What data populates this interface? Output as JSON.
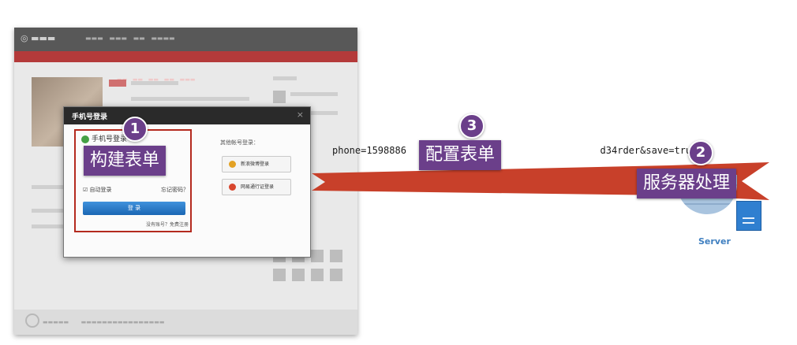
{
  "dialog": {
    "title": "手机号登录",
    "close_glyph": "×",
    "phone_label": "手机号登录",
    "auto_login": "自动登录",
    "forgot_password": "忘记密码？",
    "login_button": "登 录",
    "register_link": "没有账号？免费注册",
    "other_accounts_label": "其他帐号登录：",
    "other_buttons": [
      "新浪微博登录",
      "网易通行证登录"
    ]
  },
  "annotations": {
    "build_form": {
      "number": "1",
      "label": "构建表单"
    },
    "configure_form": {
      "number": "3",
      "label": "配置表单"
    },
    "server_processing": {
      "number": "2",
      "label": "服务器处理"
    }
  },
  "request_text": "phone=1598886                                  d34rder&save=true",
  "server_label": "Server",
  "colors": {
    "annotation_purple": "#6b3f8a",
    "arrow_red": "#c8402a",
    "frame_red": "#b42a1e",
    "login_blue": "#2a79c8",
    "server_blue": "#2f7fd0"
  }
}
